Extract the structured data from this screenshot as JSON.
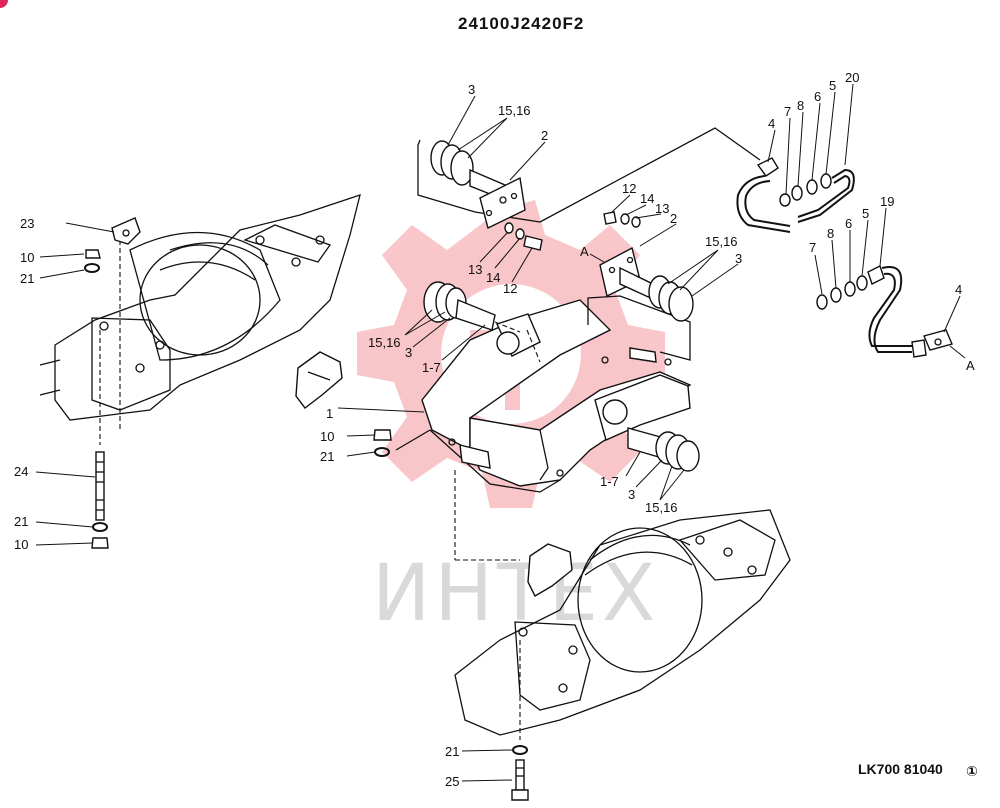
{
  "header": {
    "title": "24100J2420F2"
  },
  "footer": {
    "drawing_code": "LK700 81040",
    "sheet_mark": "①"
  },
  "watermark": {
    "text": "ИНТЕХ",
    "color": "#e8323c"
  },
  "callouts": {
    "c1": "1",
    "c2a": "2",
    "c2b": "2",
    "c3a": "3",
    "c3b": "3",
    "c3c": "3",
    "c3d": "3",
    "c4a": "4",
    "c4b": "4",
    "c5a": "5",
    "c5b": "5",
    "c6a": "6",
    "c6b": "6",
    "c7a": "7",
    "c7b": "7",
    "c8a": "8",
    "c8b": "8",
    "c10a": "10",
    "c10b": "10",
    "c10c": "10",
    "c12a": "12",
    "c12b": "12",
    "c13a": "13",
    "c13b": "13",
    "c14a": "14",
    "c14b": "14",
    "c1516a": "15,16",
    "c1516b": "15,16",
    "c1516c": "15,16",
    "c1516d": "15,16",
    "c17a": "1-7",
    "c17b": "1-7",
    "c19": "19",
    "c20": "20",
    "c21a": "21",
    "c21b": "21",
    "c21c": "21",
    "c21d": "21",
    "c23": "23",
    "c24": "24",
    "c25": "25",
    "cAa": "A",
    "cAb": "A"
  }
}
